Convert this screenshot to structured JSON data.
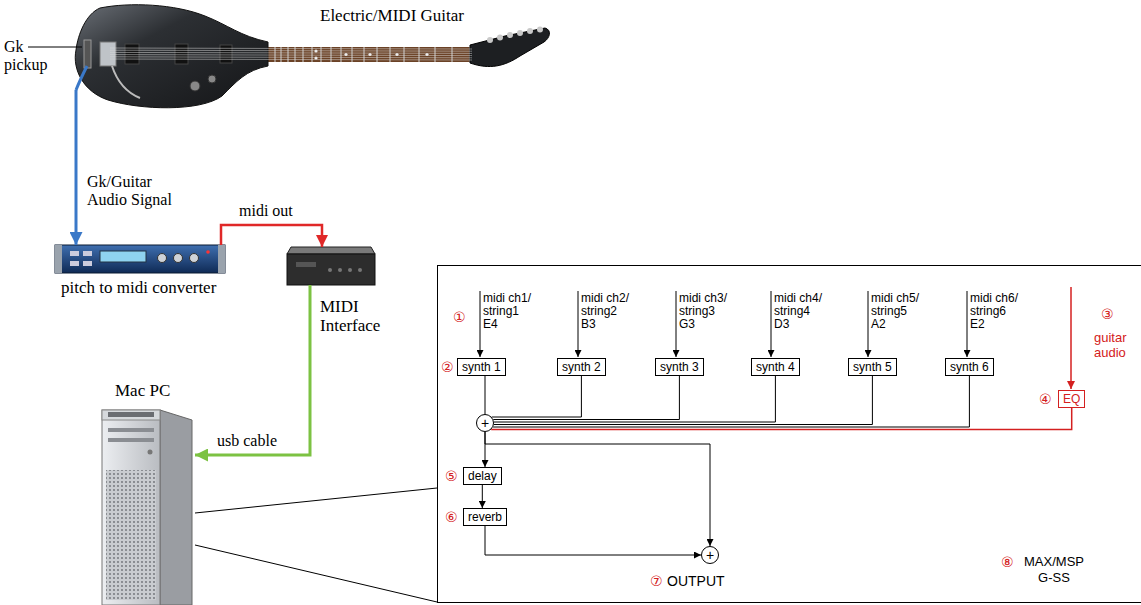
{
  "diagram": {
    "nodes": [
      {
        "text": [
          "Electric/MIDI Guitar"
        ]
      },
      {
        "text": [
          "pitch to midi converter"
        ]
      },
      {
        "text": [
          "MIDI Interface"
        ]
      },
      {
        "text": [
          "Mac PC"
        ]
      },
      {
        "text": [
          "MAX/MSP G-SS"
        ]
      },
      {
        "text": [
          "synth 1"
        ],
        "in": 4
      },
      {
        "text": [
          "synth 2"
        ],
        "in": 4
      },
      {
        "text": [
          "synth 3"
        ],
        "in": 4
      },
      {
        "text": [
          "synth 4"
        ],
        "in": 4
      },
      {
        "text": [
          "synth 5"
        ],
        "in": 4
      },
      {
        "text": [
          "synth 6"
        ],
        "in": 4
      },
      {
        "text": [
          "EQ"
        ],
        "in": 4
      },
      {
        "text": [
          "+"
        ],
        "in": 4
      },
      {
        "text": [
          "delay"
        ],
        "in": 4
      },
      {
        "text": [
          "reverb"
        ],
        "in": 4
      },
      {
        "text": [
          "+"
        ],
        "in": 4
      }
    ],
    "edges": [
      {
        "from": 0,
        "to": 1,
        "arrow": "to",
        "label": "Gk/Guitar Audio Signal"
      },
      {
        "from": 1,
        "to": 2,
        "arrow": "to",
        "label": "midi out"
      },
      {
        "from": 2,
        "to": 3,
        "arrow": "to",
        "label": "usb cable"
      },
      {
        "from": 3,
        "to": 4,
        "arrow": "none"
      },
      {
        "from": 3,
        "to": 4,
        "arrow": "none"
      },
      {
        "from": 5,
        "to": 12,
        "arrow": "none"
      },
      {
        "from": 6,
        "to": 12,
        "arrow": "none"
      },
      {
        "from": 7,
        "to": 12,
        "arrow": "none"
      },
      {
        "from": 8,
        "to": 12,
        "arrow": "none"
      },
      {
        "from": 9,
        "to": 12,
        "arrow": "none"
      },
      {
        "from": 10,
        "to": 12,
        "arrow": "none"
      },
      {
        "from": 11,
        "to": 12,
        "arrow": "none"
      },
      {
        "from": 12,
        "to": 13,
        "arrow": "to"
      },
      {
        "from": 13,
        "to": 14,
        "arrow": "to"
      },
      {
        "from": 14,
        "to": 15,
        "arrow": "to"
      },
      {
        "from": 12,
        "to": 15,
        "arrow": "to"
      }
    ],
    "labels": [
      "Gk pickup",
      "①",
      "midi ch1/ string1 E4",
      "midi ch2/ string2 B3",
      "midi ch3/ string3 G3",
      "midi ch4/ string4 D3",
      "midi ch5/ string5 A2",
      "midi ch6/ string6 E2",
      "②",
      "③",
      "guitar audio",
      "④",
      "⑤",
      "⑥",
      "⑦",
      "OUTPUT",
      "⑧"
    ]
  }
}
